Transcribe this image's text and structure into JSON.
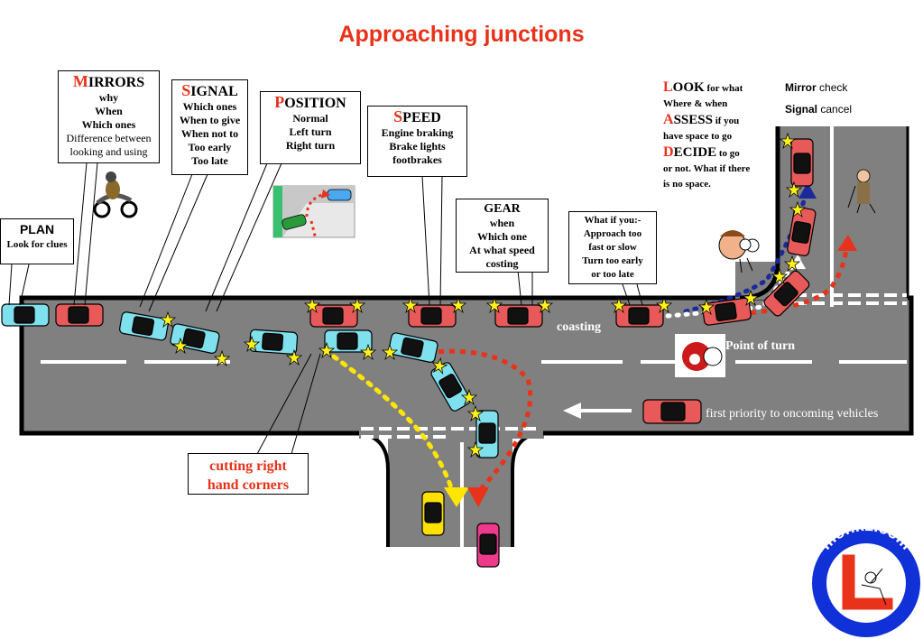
{
  "title": "Approaching junctions",
  "plan": {
    "heading": "PLAN",
    "text": "Look for clues"
  },
  "mirrors": {
    "first": "M",
    "rest": "IRRORS",
    "lines": [
      "why",
      "When",
      "Which ones",
      "Difference between",
      "looking and using"
    ]
  },
  "signal": {
    "first": "S",
    "rest": "IGNAL",
    "lines": [
      "Which ones",
      "When to give",
      "When not to",
      "Too early",
      "Too late"
    ]
  },
  "position": {
    "first": "P",
    "rest": "OSITION",
    "lines": [
      "Normal",
      "Left turn",
      "Right turn"
    ]
  },
  "speed": {
    "first": "S",
    "rest": "PEED",
    "lines": [
      "Engine braking",
      "Brake lights",
      "footbrakes"
    ]
  },
  "gear": {
    "heading": "GEAR",
    "lines": [
      "when",
      "Which one",
      "At what speed",
      "costing"
    ]
  },
  "whatif": {
    "lines": [
      "What if you:-",
      "Approach too",
      "fast or slow",
      "Turn too early",
      "or too late"
    ]
  },
  "lad": {
    "look_first": "L",
    "look_rest": "OOK",
    "look_tail": "for what",
    "line2": "Where & when",
    "assess_first": "A",
    "assess_rest": "SSESS",
    "assess_tail": "if you",
    "line4": "have space to go",
    "decide_first": "D",
    "decide_rest": "ECIDE",
    "decide_tail": "to go",
    "line6": "or not. What if there",
    "line7": "is no space."
  },
  "mirror_check": {
    "bold": "Mirror",
    "rest": "check"
  },
  "signal_cancel": {
    "bold": "Signal",
    "rest": "cancel"
  },
  "coasting": "coasting",
  "point_of_turn": "Point of turn",
  "priority": "first priority to oncoming vehicles",
  "cutting": {
    "line1": "cutting right",
    "line2": "hand corners"
  },
  "logo": {
    "text": "monk1.com",
    "letter": "L"
  },
  "colors": {
    "accent": "#e8321a",
    "road": "#808080",
    "car_red": "#e85a5a",
    "car_cyan": "#7fe0ee",
    "car_yellow": "#ffe000",
    "car_pink": "#ee3a8c",
    "logo_blue": "#1030d8"
  }
}
